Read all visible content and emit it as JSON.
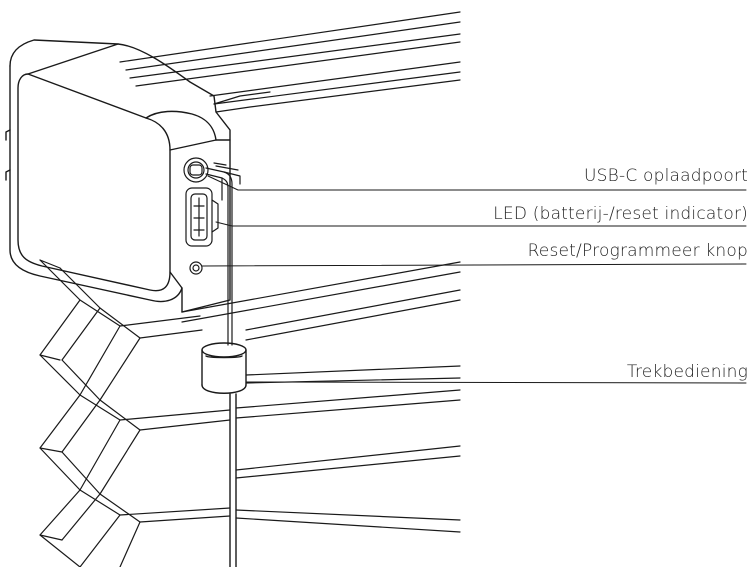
{
  "labels": {
    "usb_port": "USB-C oplaadpoort",
    "led_indicator": "LED (batterij-/reset indicator)",
    "reset_button": "Reset/Programmeer knop",
    "pull_control": "Trekbediening"
  },
  "colors": {
    "line": "#1a1a1a",
    "background": "#ffffff"
  }
}
